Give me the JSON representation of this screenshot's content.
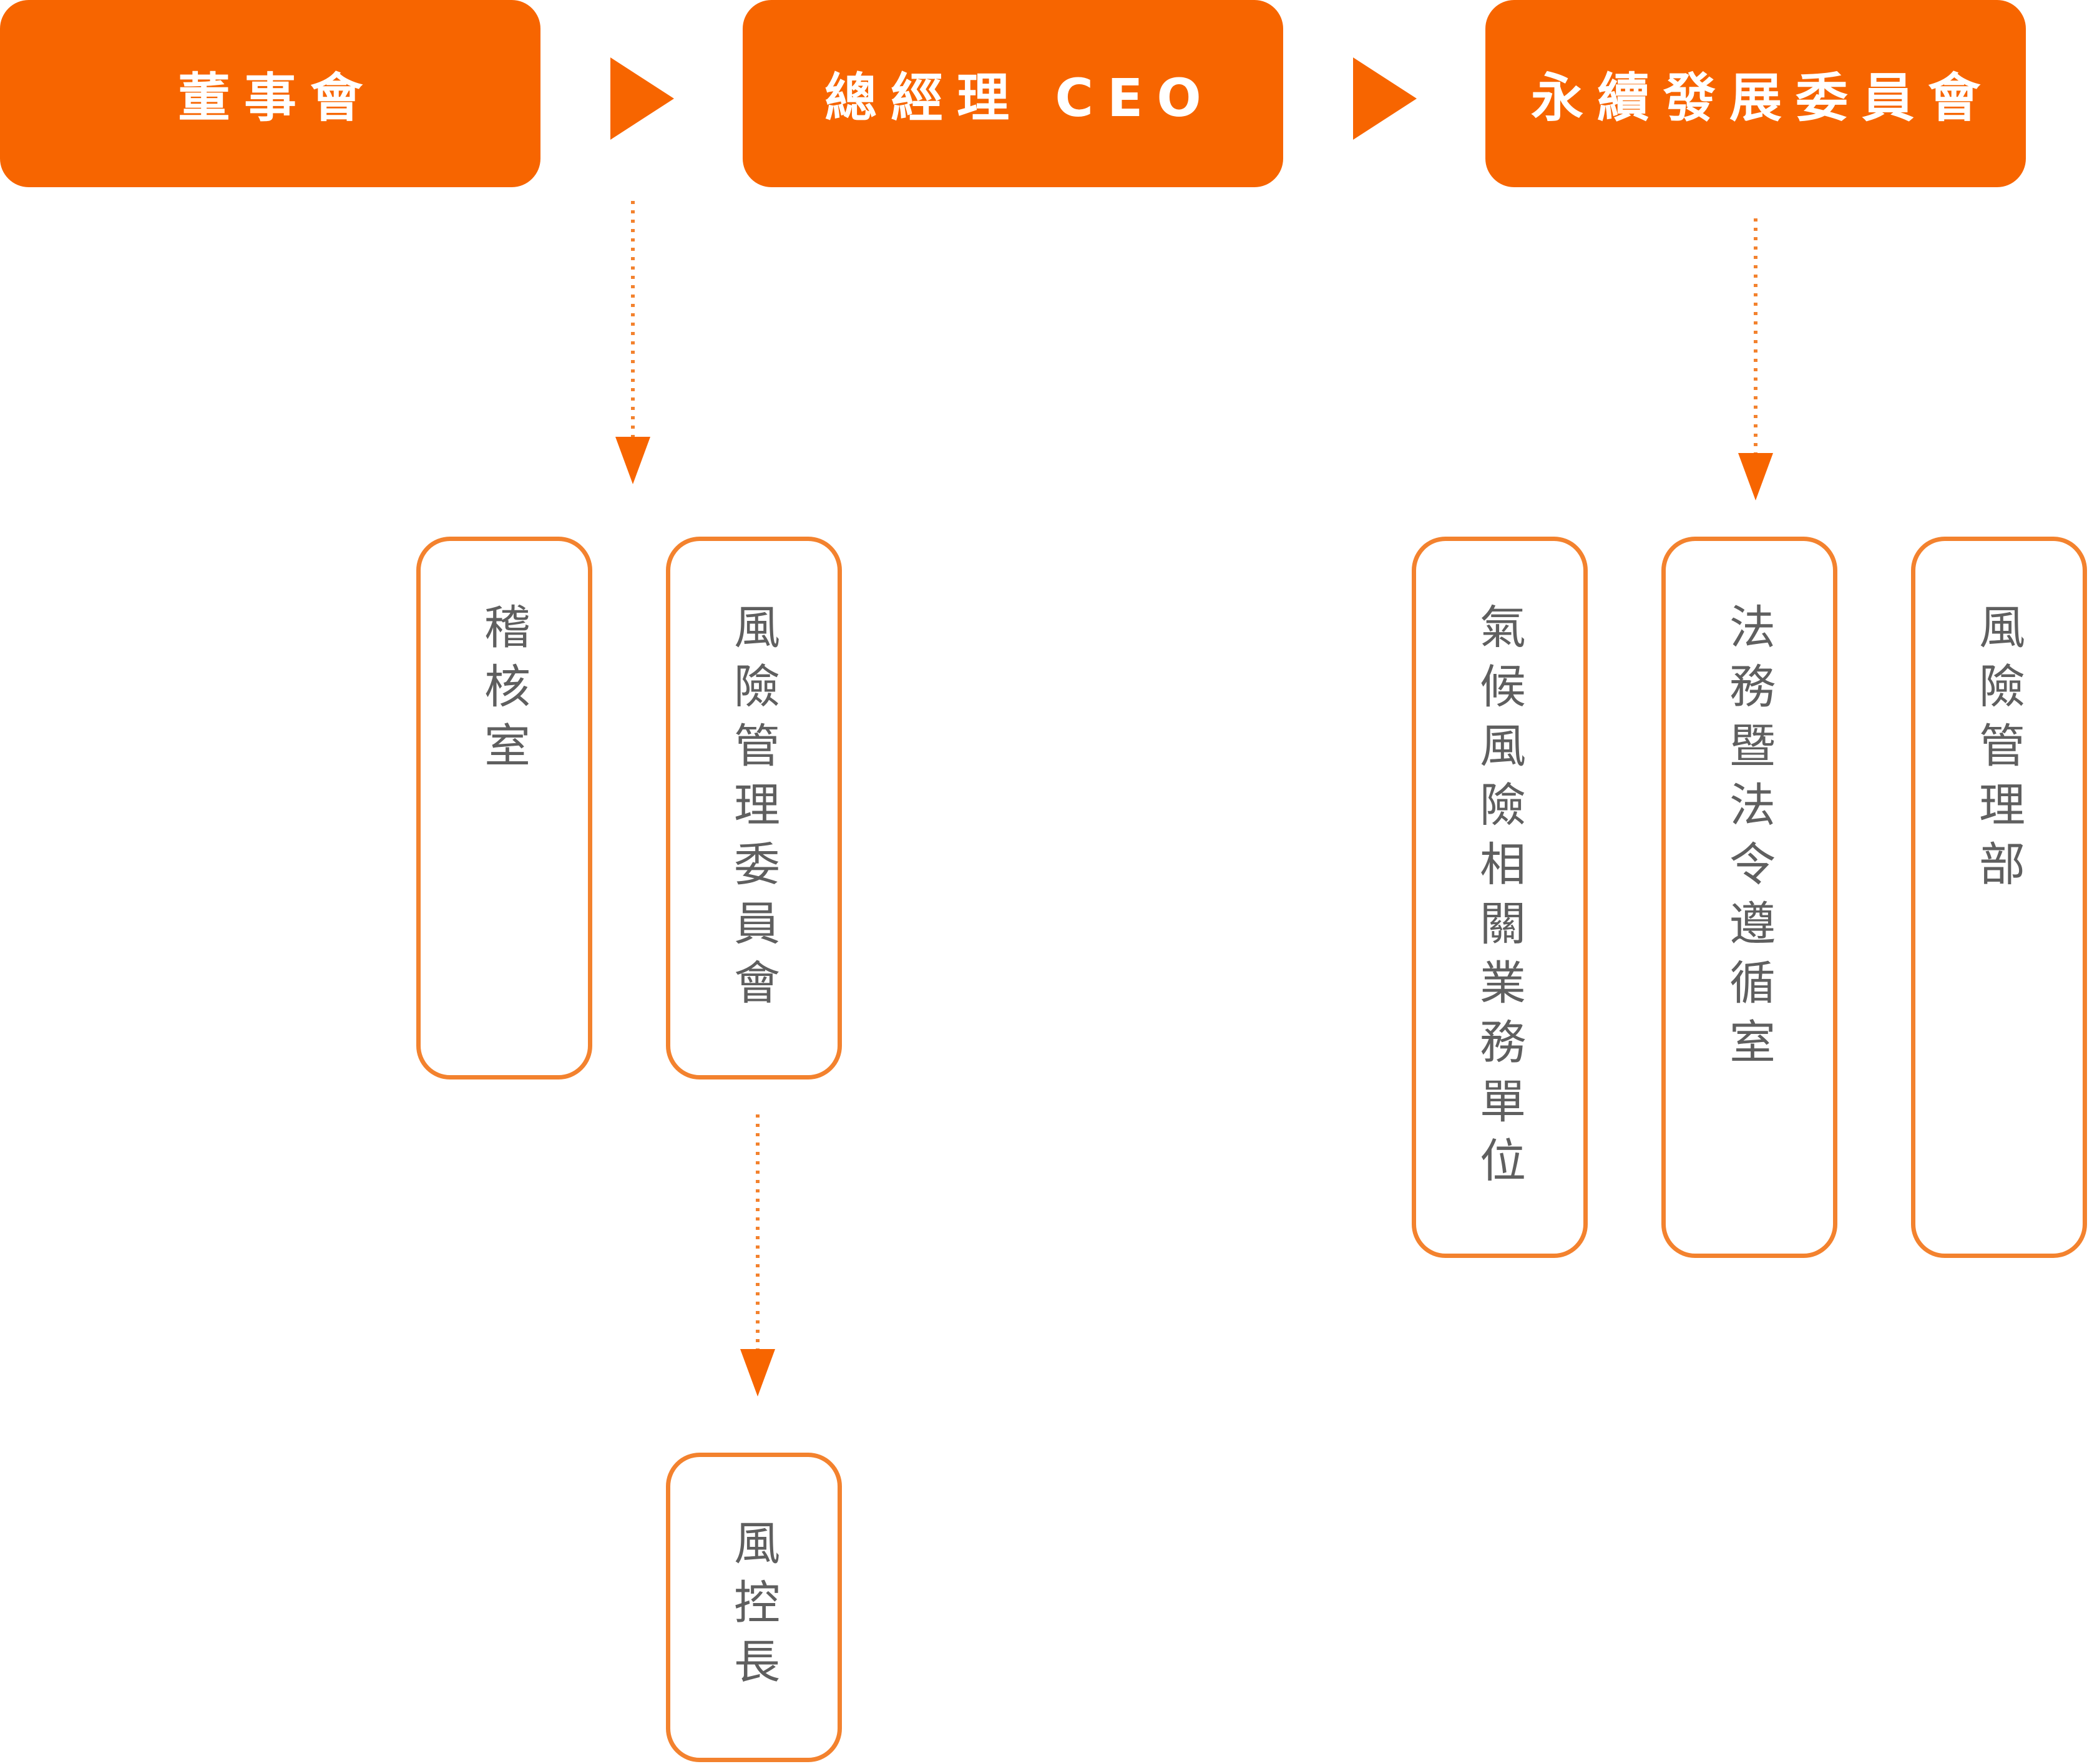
{
  "top_boxes": {
    "board": "董事會",
    "ceo": "總經理 CEO",
    "sustainability": "永續發展委員會"
  },
  "sub_units": {
    "audit": "稽核室",
    "risk_committee": "風險管理委員會",
    "risk_officer": "風控長",
    "climate_unit": "氣候風險相關業務單位",
    "legal": "法務暨法令遵循室",
    "risk_dept": "風險管理部"
  },
  "colors": {
    "accent": "#f76500",
    "border": "#f3822e",
    "text": "#5f5f5f"
  }
}
